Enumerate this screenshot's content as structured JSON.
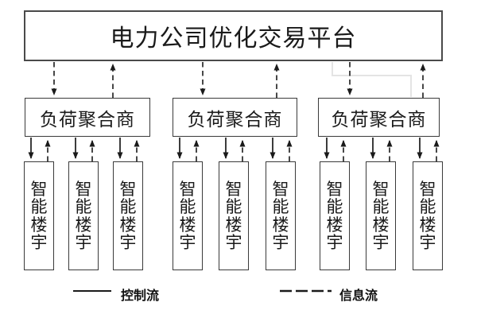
{
  "platform": {
    "label": "电力公司优化交易平台"
  },
  "aggregators": [
    {
      "label": "负荷聚合商"
    },
    {
      "label": "负荷聚合商"
    },
    {
      "label": "负荷聚合商"
    }
  ],
  "buildings": [
    {
      "label": "智能楼宇"
    },
    {
      "label": "智能楼宇"
    },
    {
      "label": "智能楼宇"
    },
    {
      "label": "智能楼宇"
    },
    {
      "label": "智能楼宇"
    },
    {
      "label": "智能楼宇"
    },
    {
      "label": "智能楼宇"
    },
    {
      "label": "智能楼宇"
    },
    {
      "label": "智能楼宇"
    }
  ],
  "legend": {
    "items": [
      {
        "style": "solid",
        "label": "控制流"
      },
      {
        "style": "dashed",
        "label": "信息流"
      }
    ]
  },
  "colors": {
    "line": "#1a1a1a",
    "box_border": "#3a3a3a",
    "background": "#ffffff",
    "faint_artifact": "#e4e4e4"
  }
}
